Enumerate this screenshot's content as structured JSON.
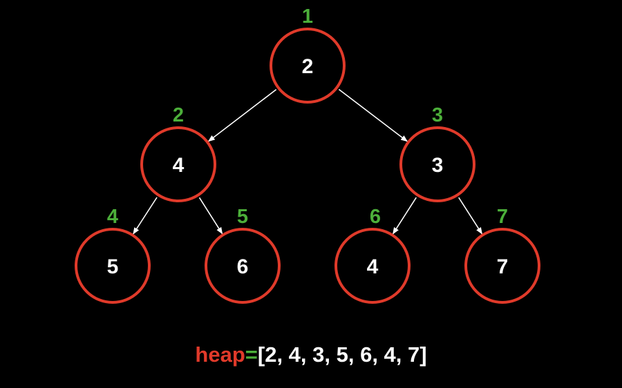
{
  "colors": {
    "node_stroke": "#e03a2a",
    "index_label": "#4caf3a",
    "edge": "#ffffff",
    "value_text": "#ffffff",
    "heap_label": "#e03a2a",
    "equals": "#4caf3a"
  },
  "tree": {
    "nodes": [
      {
        "index": "1",
        "value": "2"
      },
      {
        "index": "2",
        "value": "4"
      },
      {
        "index": "3",
        "value": "3"
      },
      {
        "index": "4",
        "value": "5"
      },
      {
        "index": "5",
        "value": "6"
      },
      {
        "index": "6",
        "value": "4"
      },
      {
        "index": "7",
        "value": "7"
      }
    ],
    "edges": [
      [
        0,
        1
      ],
      [
        0,
        2
      ],
      [
        1,
        3
      ],
      [
        1,
        4
      ],
      [
        2,
        5
      ],
      [
        2,
        6
      ]
    ]
  },
  "caption": {
    "label": "heap",
    "equals": "=",
    "array": "[2, 4, 3, 5, 6, 4, 7]"
  }
}
